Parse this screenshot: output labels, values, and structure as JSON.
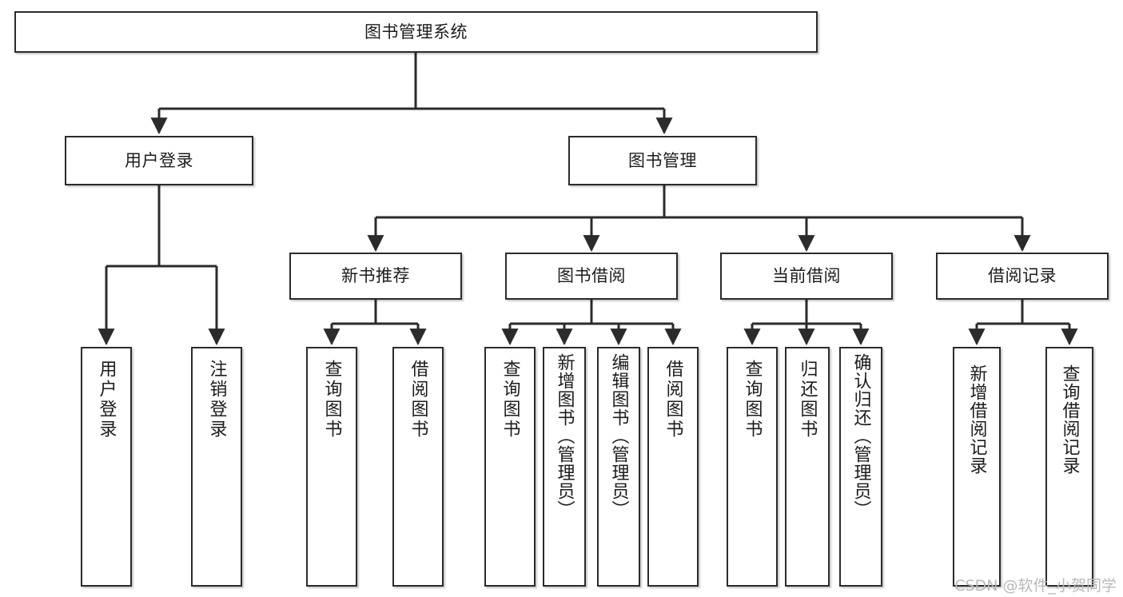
{
  "diagram": {
    "type": "tree",
    "title": "图书管理系统",
    "watermark": "CSDN @软件_小贺同学",
    "colors": {
      "box_border": "#2b2b2b",
      "box_fill": "#ffffff",
      "connector": "#2b2b2b",
      "background": "#ffffff",
      "watermark": "#b9b9b9"
    },
    "nodes": {
      "root": {
        "label": "图书管理系统",
        "level": 1,
        "orientation": "horizontal"
      },
      "user_login": {
        "label": "用户登录",
        "level": 2,
        "orientation": "horizontal"
      },
      "book_manage": {
        "label": "图书管理",
        "level": 2,
        "orientation": "horizontal"
      },
      "new_book_rec": {
        "label": "新书推荐",
        "level": 3,
        "orientation": "horizontal"
      },
      "book_borrow": {
        "label": "图书借阅",
        "level": 3,
        "orientation": "horizontal"
      },
      "current_borrow": {
        "label": "当前借阅",
        "level": 3,
        "orientation": "horizontal"
      },
      "borrow_record": {
        "label": "借阅记录",
        "level": 3,
        "orientation": "horizontal"
      },
      "leaf_user_login": {
        "label": "用户登录",
        "level": 4,
        "orientation": "vertical"
      },
      "leaf_user_logout": {
        "label": "注销登录",
        "level": 4,
        "orientation": "vertical"
      },
      "leaf_query_book_a": {
        "label": "查询图书",
        "level": 4,
        "orientation": "vertical"
      },
      "leaf_borrow_book_a": {
        "label": "借阅图书",
        "level": 4,
        "orientation": "vertical"
      },
      "leaf_query_book_b": {
        "label": "查询图书",
        "level": 4,
        "orientation": "vertical"
      },
      "leaf_add_book": {
        "label": "新增图书（管理员）",
        "level": 4,
        "orientation": "vertical"
      },
      "leaf_edit_book": {
        "label": "编辑图书（管理员）",
        "level": 4,
        "orientation": "vertical"
      },
      "leaf_borrow_book_b": {
        "label": "借阅图书",
        "level": 4,
        "orientation": "vertical"
      },
      "leaf_query_book_c": {
        "label": "查询图书",
        "level": 4,
        "orientation": "vertical"
      },
      "leaf_return_book": {
        "label": "归还图书",
        "level": 4,
        "orientation": "vertical"
      },
      "leaf_confirm_return": {
        "label": "确认归还（管理员）",
        "level": 4,
        "orientation": "vertical"
      },
      "leaf_add_record": {
        "label": "新增借阅记录",
        "level": 4,
        "orientation": "vertical"
      },
      "leaf_query_record": {
        "label": "查询借阅记录",
        "level": 4,
        "orientation": "vertical"
      }
    },
    "edges": [
      {
        "from": "root",
        "to": "user_login"
      },
      {
        "from": "root",
        "to": "book_manage"
      },
      {
        "from": "user_login",
        "to": "leaf_user_login"
      },
      {
        "from": "user_login",
        "to": "leaf_user_logout"
      },
      {
        "from": "book_manage",
        "to": "new_book_rec"
      },
      {
        "from": "book_manage",
        "to": "book_borrow"
      },
      {
        "from": "book_manage",
        "to": "current_borrow"
      },
      {
        "from": "book_manage",
        "to": "borrow_record"
      },
      {
        "from": "new_book_rec",
        "to": "leaf_query_book_a"
      },
      {
        "from": "new_book_rec",
        "to": "leaf_borrow_book_a"
      },
      {
        "from": "book_borrow",
        "to": "leaf_query_book_b"
      },
      {
        "from": "book_borrow",
        "to": "leaf_add_book"
      },
      {
        "from": "book_borrow",
        "to": "leaf_edit_book"
      },
      {
        "from": "book_borrow",
        "to": "leaf_borrow_book_b"
      },
      {
        "from": "current_borrow",
        "to": "leaf_query_book_c"
      },
      {
        "from": "current_borrow",
        "to": "leaf_return_book"
      },
      {
        "from": "current_borrow",
        "to": "leaf_confirm_return"
      },
      {
        "from": "borrow_record",
        "to": "leaf_add_record"
      },
      {
        "from": "borrow_record",
        "to": "leaf_query_record"
      }
    ]
  }
}
